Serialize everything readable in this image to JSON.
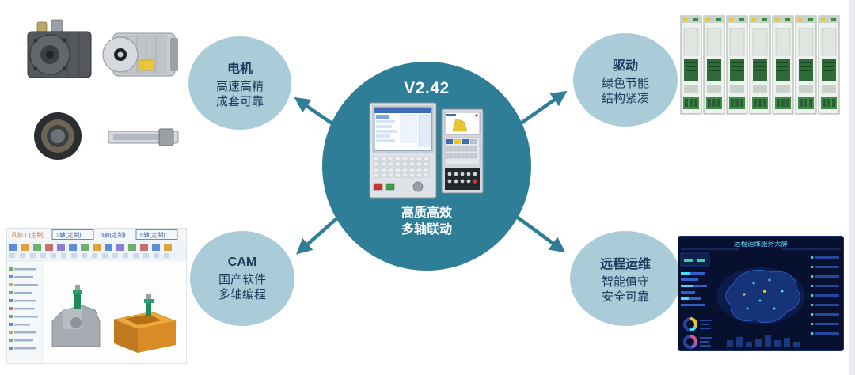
{
  "center": {
    "version": "V2.42",
    "line1": "高质高效",
    "line2": "多轴联动"
  },
  "nodes": {
    "motor": {
      "title": "电机",
      "line1": "高速高精",
      "line2": "成套可靠"
    },
    "drive": {
      "title": "驱动",
      "line1": "绿色节能",
      "line2": "结构紧凑"
    },
    "cam": {
      "title": "CAM",
      "line1": "国产软件",
      "line2": "多轴编程"
    },
    "remote": {
      "title": "远程运维",
      "line1": "智能值守",
      "line2": "安全可靠"
    }
  },
  "cam_window": {
    "tabs": [
      "凡加工(定制)",
      "2轴(定制)",
      "3轴(定制)",
      "5轴(定制)"
    ]
  },
  "dashboard": {
    "title": "远程运维服务大屏"
  },
  "colors": {
    "center_circle": "#2E7E98",
    "node_fill": "#A9CCD8",
    "node_text": "#1B3A5C",
    "arrow": "#2E7E98"
  }
}
